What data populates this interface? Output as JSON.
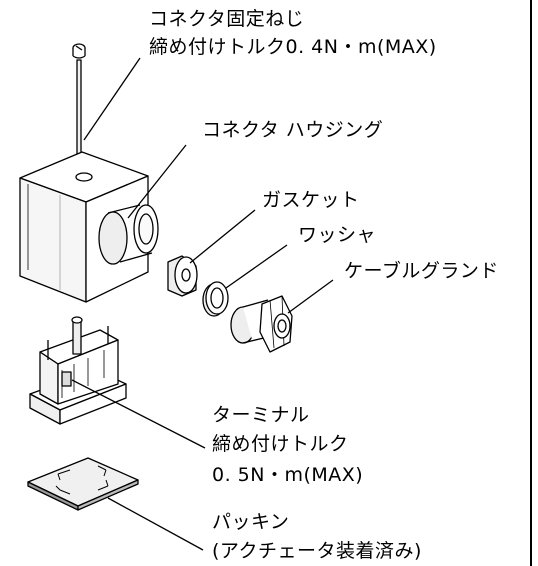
{
  "labels": {
    "connector_screw": "コネクタ固定ねじ",
    "connector_screw_torque": "締め付けトルク0. 4N・m(MAX)",
    "connector_housing": "コネクタ ハウジング",
    "gasket": "ガスケット",
    "washer": "ワッシャ",
    "cable_gland": "ケーブルグランド",
    "terminal": "ターミナル",
    "terminal_torque_1": "締め付けトルク",
    "terminal_torque_2": "0. 5N・m(MAX)",
    "packing": "パッキン",
    "packing_note": "(アクチェータ装着済み)"
  }
}
